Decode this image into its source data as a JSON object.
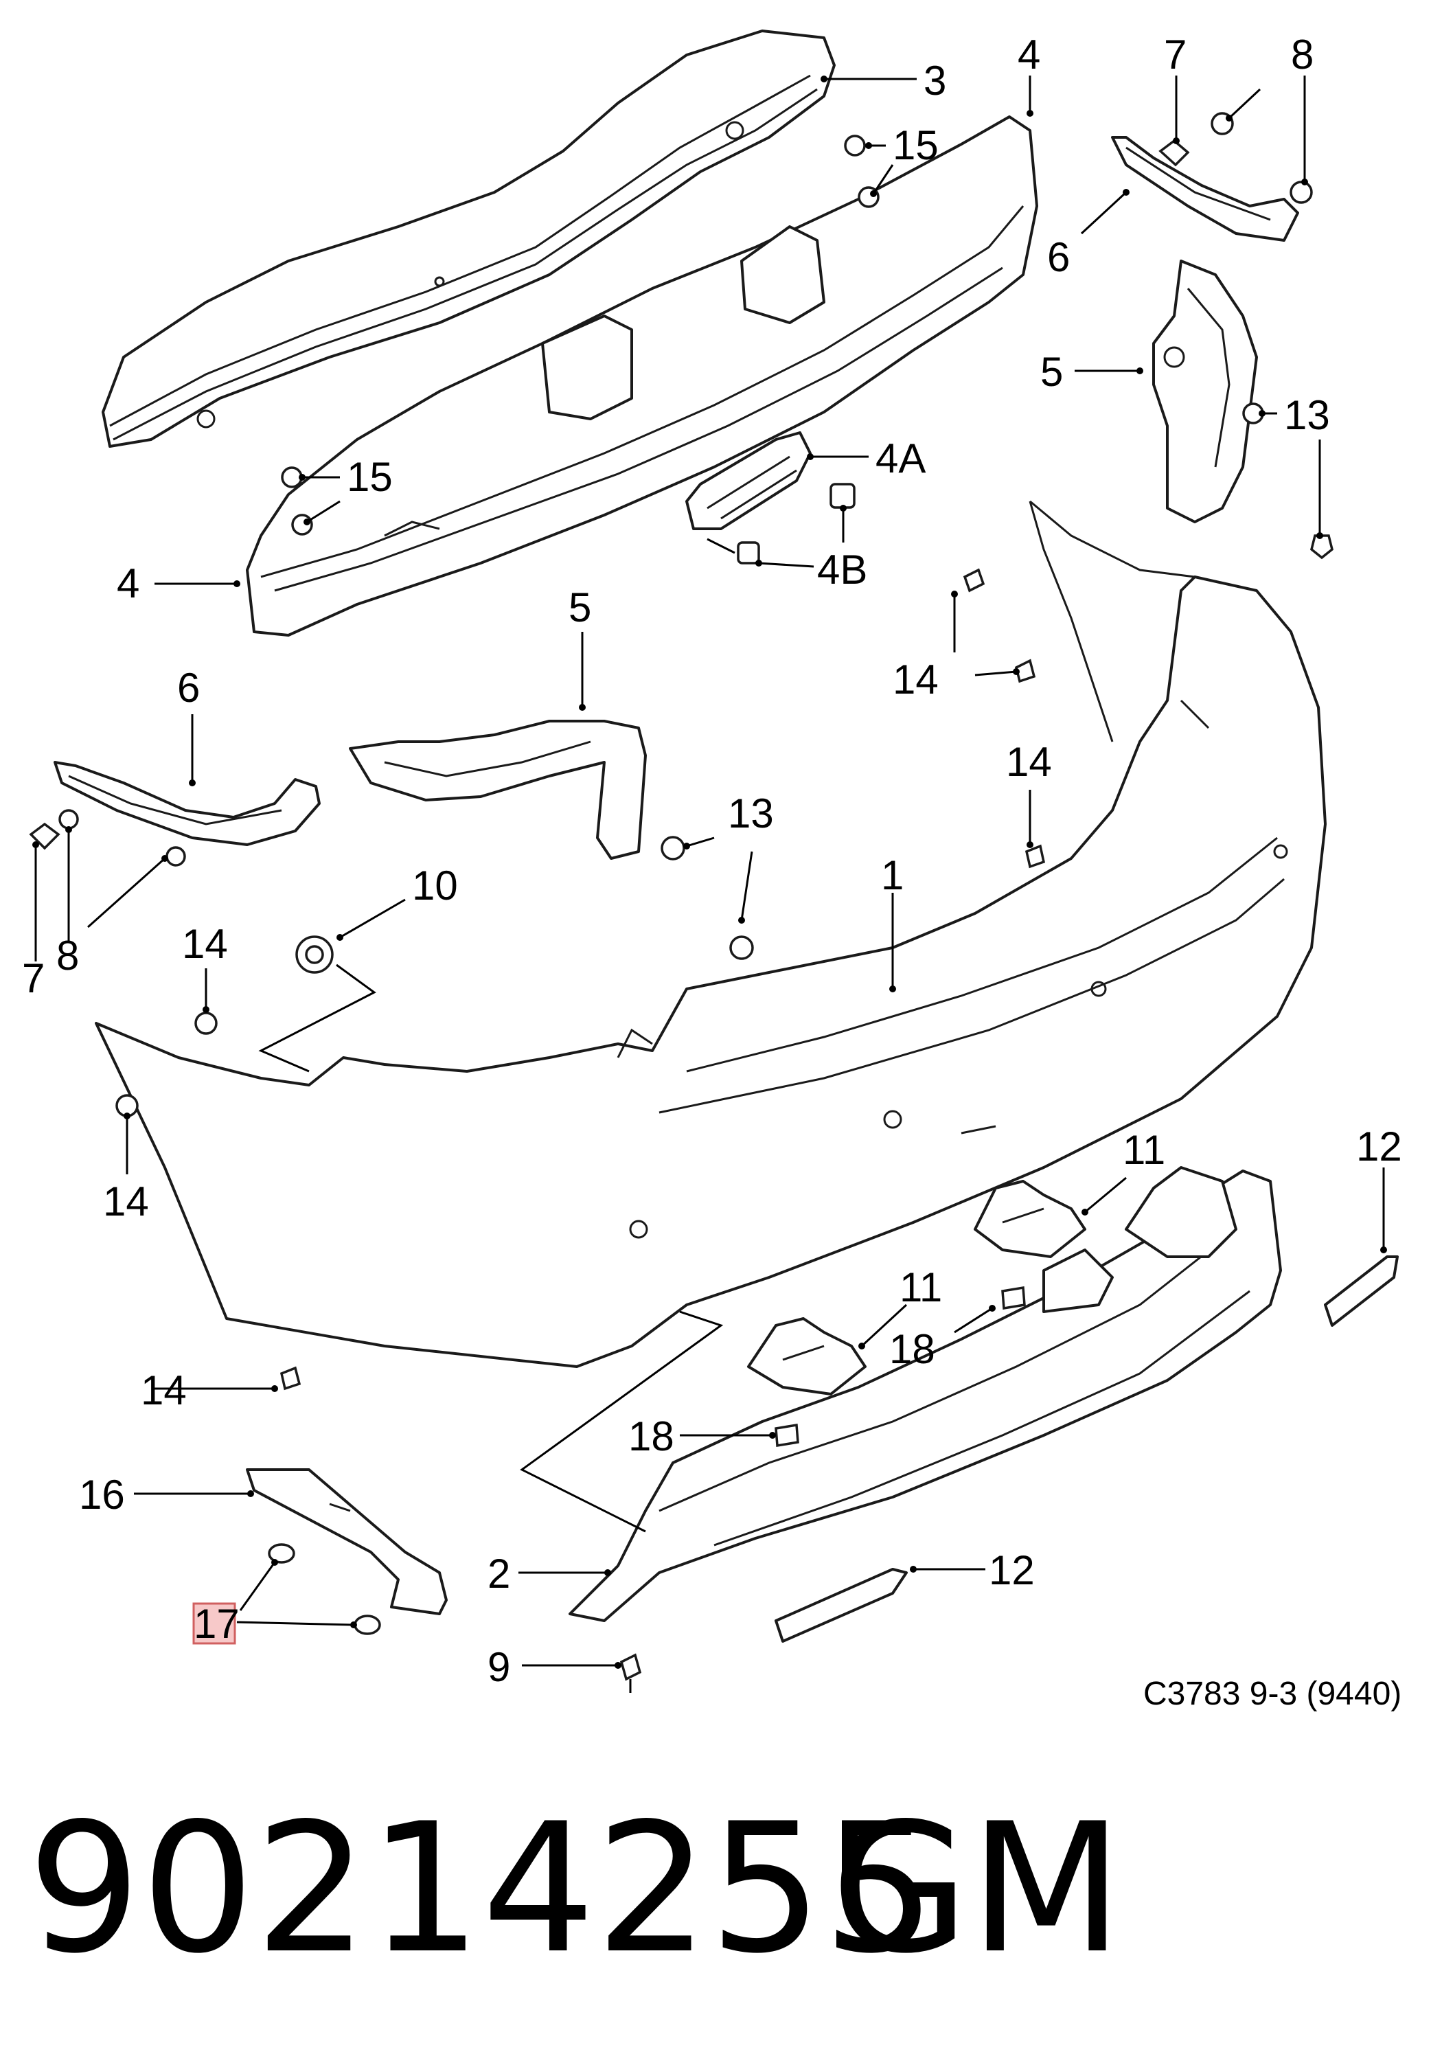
{
  "diagram": {
    "reference_code": "C3783 9-3 (9440)",
    "callouts": {
      "c1": "1",
      "c2": "2",
      "c3": "3",
      "c4a": "4",
      "c4b": "4",
      "c4A": "4A",
      "c4B": "4B",
      "c5a": "5",
      "c5b": "5",
      "c6a": "6",
      "c6b": "6",
      "c7a": "7",
      "c7b": "7",
      "c8a": "8",
      "c8b": "8",
      "c9": "9",
      "c10": "10",
      "c11a": "11",
      "c11b": "11",
      "c12a": "12",
      "c12b": "12",
      "c13a": "13",
      "c13b": "13",
      "c14a": "14",
      "c14b": "14",
      "c14c": "14",
      "c14d": "14",
      "c14e": "14",
      "c15a": "15",
      "c15b": "15",
      "c16": "16",
      "c17": "17",
      "c18a": "18",
      "c18b": "18"
    },
    "highlighted_callout": "17"
  },
  "footer": {
    "part_number": "90214255",
    "brand": "GM"
  }
}
